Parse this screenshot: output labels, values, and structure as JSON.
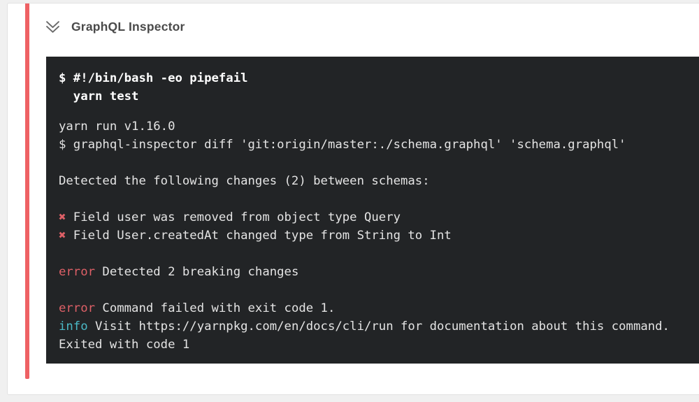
{
  "colors": {
    "page_bg": "#f0f0f0",
    "card_bg": "#ffffff",
    "card_border": "#e2e2e2",
    "accent_red": "#ee6164",
    "title_color": "#4a4a4a",
    "icon_color": "#6a6a6a",
    "terminal_bg": "#222426",
    "terminal_text": "#e4e4e4",
    "terminal_bold_text": "#ffffff",
    "error_red": "#de6067",
    "info_cyan": "#4ab9c6"
  },
  "header": {
    "title": "GraphQL Inspector",
    "collapse_icon": "double-chevron-down-icon"
  },
  "terminal": {
    "blocks": [
      {
        "class": "cmd",
        "lines": [
          [
            {
              "t": "$ #!/bin/bash -eo pipefail"
            }
          ],
          [
            {
              "t": "  yarn test"
            }
          ]
        ]
      },
      {
        "class": "out",
        "lines": [
          [
            {
              "t": "yarn run v1.16.0"
            }
          ],
          [
            {
              "t": "$ graphql-inspector diff 'git:origin/master:./schema.graphql' 'schema.graphql'"
            }
          ],
          [],
          [
            {
              "t": "Detected the following changes (2) between schemas:"
            }
          ],
          [],
          [
            {
              "t": "✖",
              "c": "red"
            },
            {
              "t": " Field user was removed from object type Query"
            }
          ],
          [
            {
              "t": "✖",
              "c": "red"
            },
            {
              "t": " Field User.createdAt changed type from String to Int"
            }
          ],
          [],
          [
            {
              "t": "error",
              "c": "red"
            },
            {
              "t": " Detected 2 breaking changes"
            }
          ],
          [],
          [
            {
              "t": "error",
              "c": "red"
            },
            {
              "t": " Command failed with exit code 1."
            }
          ],
          [
            {
              "t": "info",
              "c": "cyan"
            },
            {
              "t": " Visit https://yarnpkg.com/en/docs/cli/run for documentation about this command."
            }
          ],
          [
            {
              "t": "Exited with code 1"
            }
          ]
        ]
      }
    ]
  }
}
